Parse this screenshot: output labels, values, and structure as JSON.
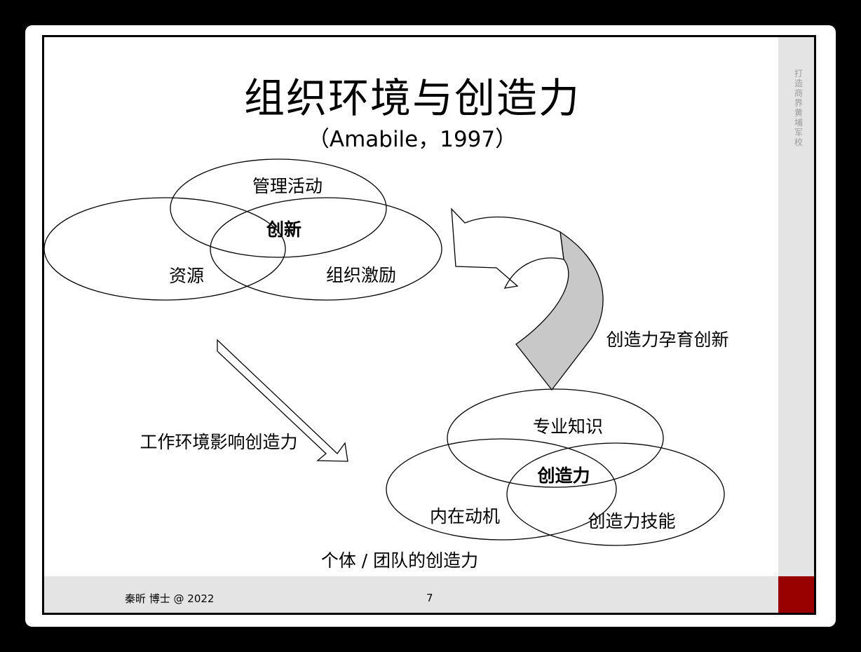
{
  "title": "组织环境与创造力",
  "subtitle": "（Amabile，1997）",
  "side_text": "打造商界黄埔军校",
  "footer": {
    "author": "秦昕 博士 @ 2022",
    "page": "7"
  },
  "org_venn": {
    "top": "管理活动",
    "center": "创新",
    "left": "资源",
    "right": "组织激励"
  },
  "indiv_venn": {
    "top": "专业知识",
    "center": "创造力",
    "left": "内在动机",
    "right": "创造力技能",
    "caption": "个体 / 团队的创造力"
  },
  "arrows": {
    "down_label": "工作环境影响创造力",
    "curved_label": "创造力孕育创新"
  },
  "colors": {
    "accent": "#990000",
    "band": "#e4e4e4",
    "curve_fill": "#c8c8c8"
  }
}
